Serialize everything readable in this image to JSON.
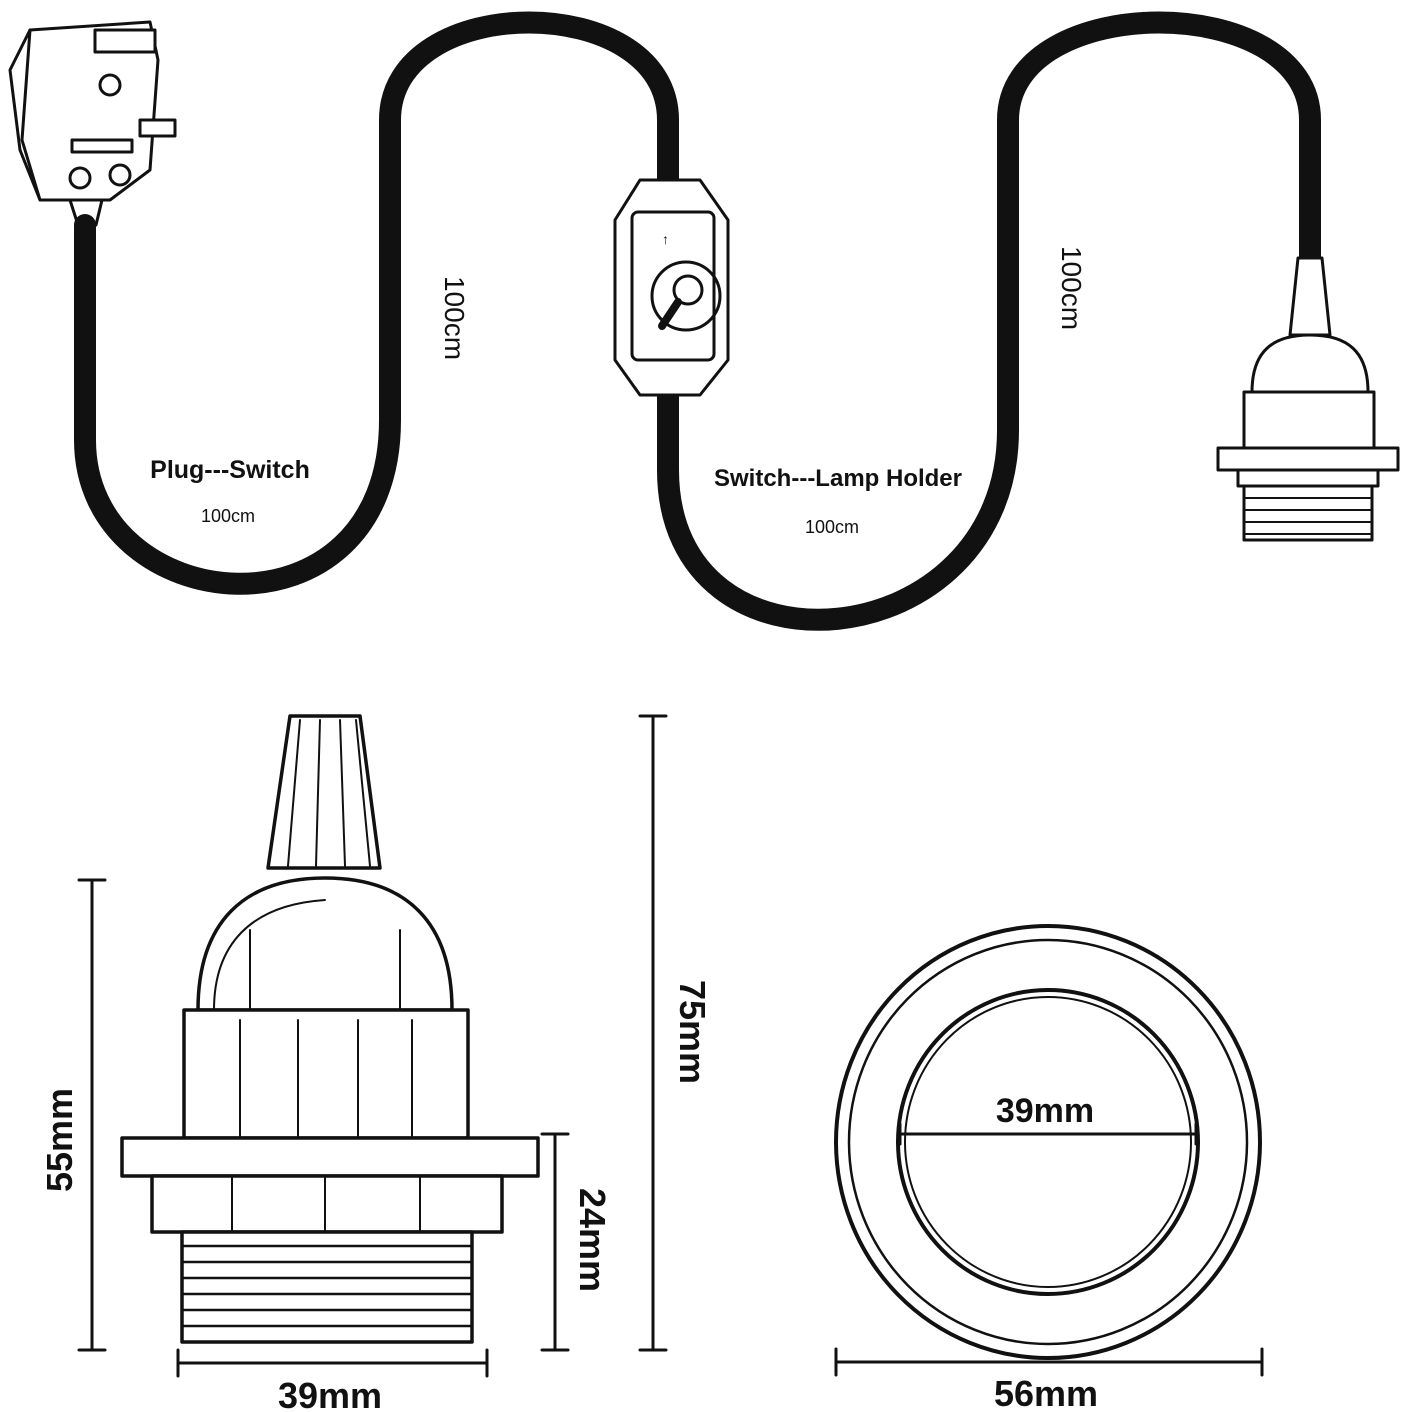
{
  "cable_labels": {
    "plug_switch_title": "Plug---Switch",
    "plug_switch_length": "100cm",
    "switch_holder_title": "Switch---Lamp Holder",
    "switch_holder_length": "100cm",
    "vertical_length_left": "100cm",
    "vertical_length_right": "100cm"
  },
  "dimensions": {
    "total_height": "75mm",
    "body_height": "55mm",
    "thread_height": "24mm",
    "body_width": "39mm",
    "inner_diameter": "39mm",
    "outer_diameter": "56mm"
  },
  "colors": {
    "line": "#111111",
    "background": "#ffffff"
  }
}
